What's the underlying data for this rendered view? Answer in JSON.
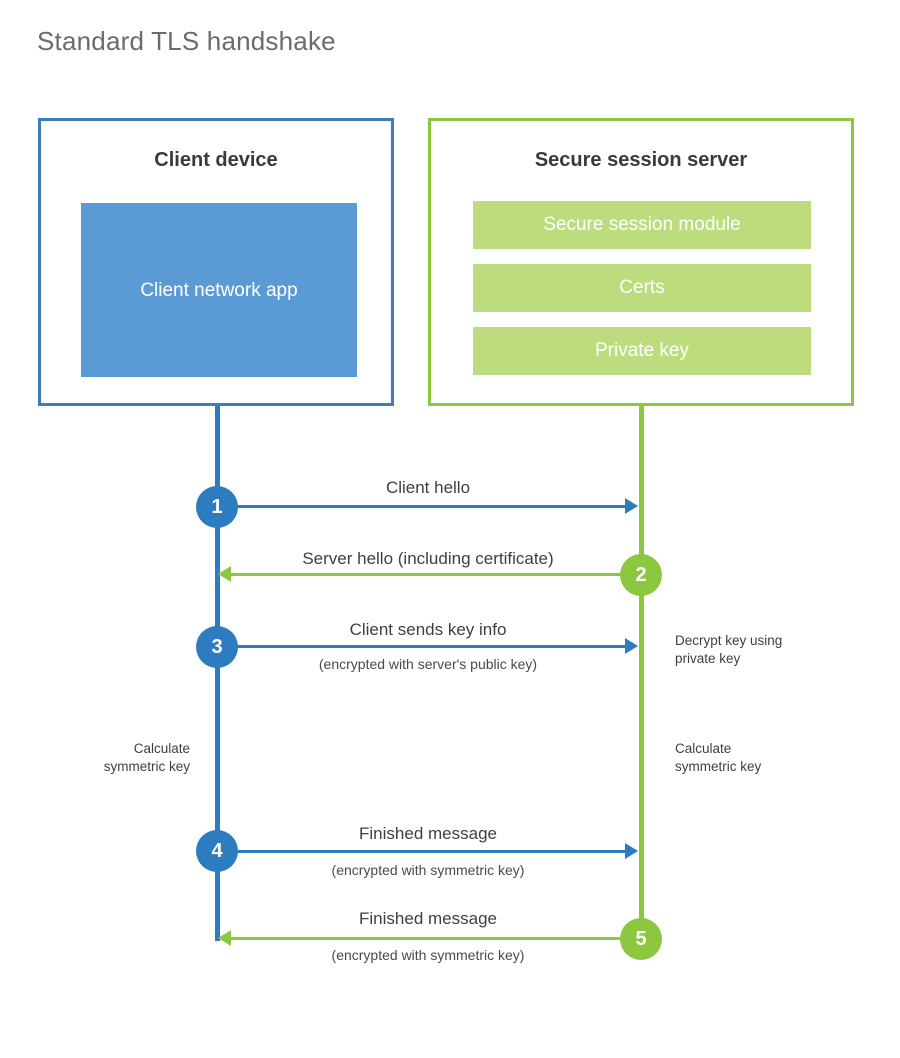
{
  "page": {
    "title": "Standard TLS handshake",
    "background": "#ffffff"
  },
  "colors": {
    "client_blue": "#2e7cc0",
    "client_border_blue": "#3f7cb8",
    "client_app_fill": "#5b9bd5",
    "server_green": "#8dc63f",
    "server_bar_fill": "#bddc7d",
    "title_gray": "#6b6b6b",
    "text_dark": "#3f3f3f"
  },
  "client_panel": {
    "title": "Client device",
    "app_label": "Client network app"
  },
  "server_panel": {
    "title": "Secure session server",
    "bars": [
      {
        "label": "Secure session module"
      },
      {
        "label": "Certs"
      },
      {
        "label": "Private key"
      }
    ]
  },
  "steps": [
    {
      "number": "1",
      "direction": "client-to-server",
      "color": "blue",
      "label": "Client hello",
      "sublabel": ""
    },
    {
      "number": "2",
      "direction": "server-to-client",
      "color": "green",
      "label": "Server hello (including certificate)",
      "sublabel": ""
    },
    {
      "number": "3",
      "direction": "client-to-server",
      "color": "blue",
      "label": "Client sends key info",
      "sublabel": "(encrypted with server's public key)"
    },
    {
      "number": "4",
      "direction": "client-to-server",
      "color": "blue",
      "label": "Finished message",
      "sublabel": "(encrypted with symmetric key)"
    },
    {
      "number": "5",
      "direction": "server-to-client",
      "color": "green",
      "label": "Finished message",
      "sublabel": "(encrypted with symmetric key)"
    }
  ],
  "annotations": {
    "server_decrypt": "Decrypt key using\nprivate key",
    "client_calculate": "Calculate\nsymmetric key",
    "server_calculate": "Calculate\nsymmetric key"
  }
}
